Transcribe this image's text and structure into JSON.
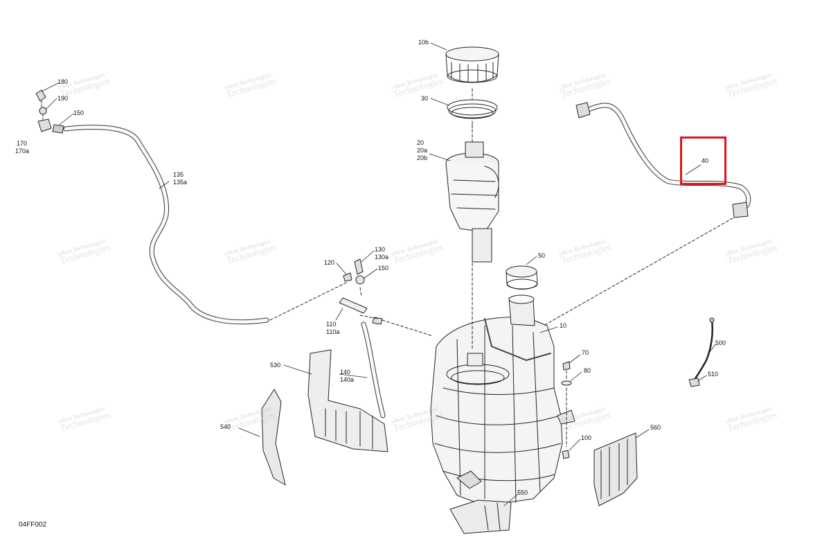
{
  "drawing_code": "04FF002",
  "highlight": {
    "part": "40",
    "color": "#e0141e"
  },
  "watermark": {
    "line1": "vNext Technologies",
    "line2": "Technologies"
  },
  "parts": {
    "p10b": "10b",
    "p30": "30",
    "p20": "20",
    "p20a": "20a",
    "p20b": "20b",
    "p40": "40",
    "p180": "180",
    "p190": "190",
    "p150a": "150",
    "p170": "170",
    "p170a": "170a",
    "p135": "135",
    "p135a": "135a",
    "p130": "130",
    "p130a": "130a",
    "p120": "120",
    "p150b": "150",
    "p50": "50",
    "p10": "10",
    "p110": "110",
    "p110a": "110a",
    "p500": "500",
    "p510": "510",
    "p530": "530",
    "p140": "140",
    "p140a": "140a",
    "p70": "70",
    "p80": "80",
    "p540": "540",
    "p100": "100",
    "p560": "560",
    "p550": "550"
  }
}
